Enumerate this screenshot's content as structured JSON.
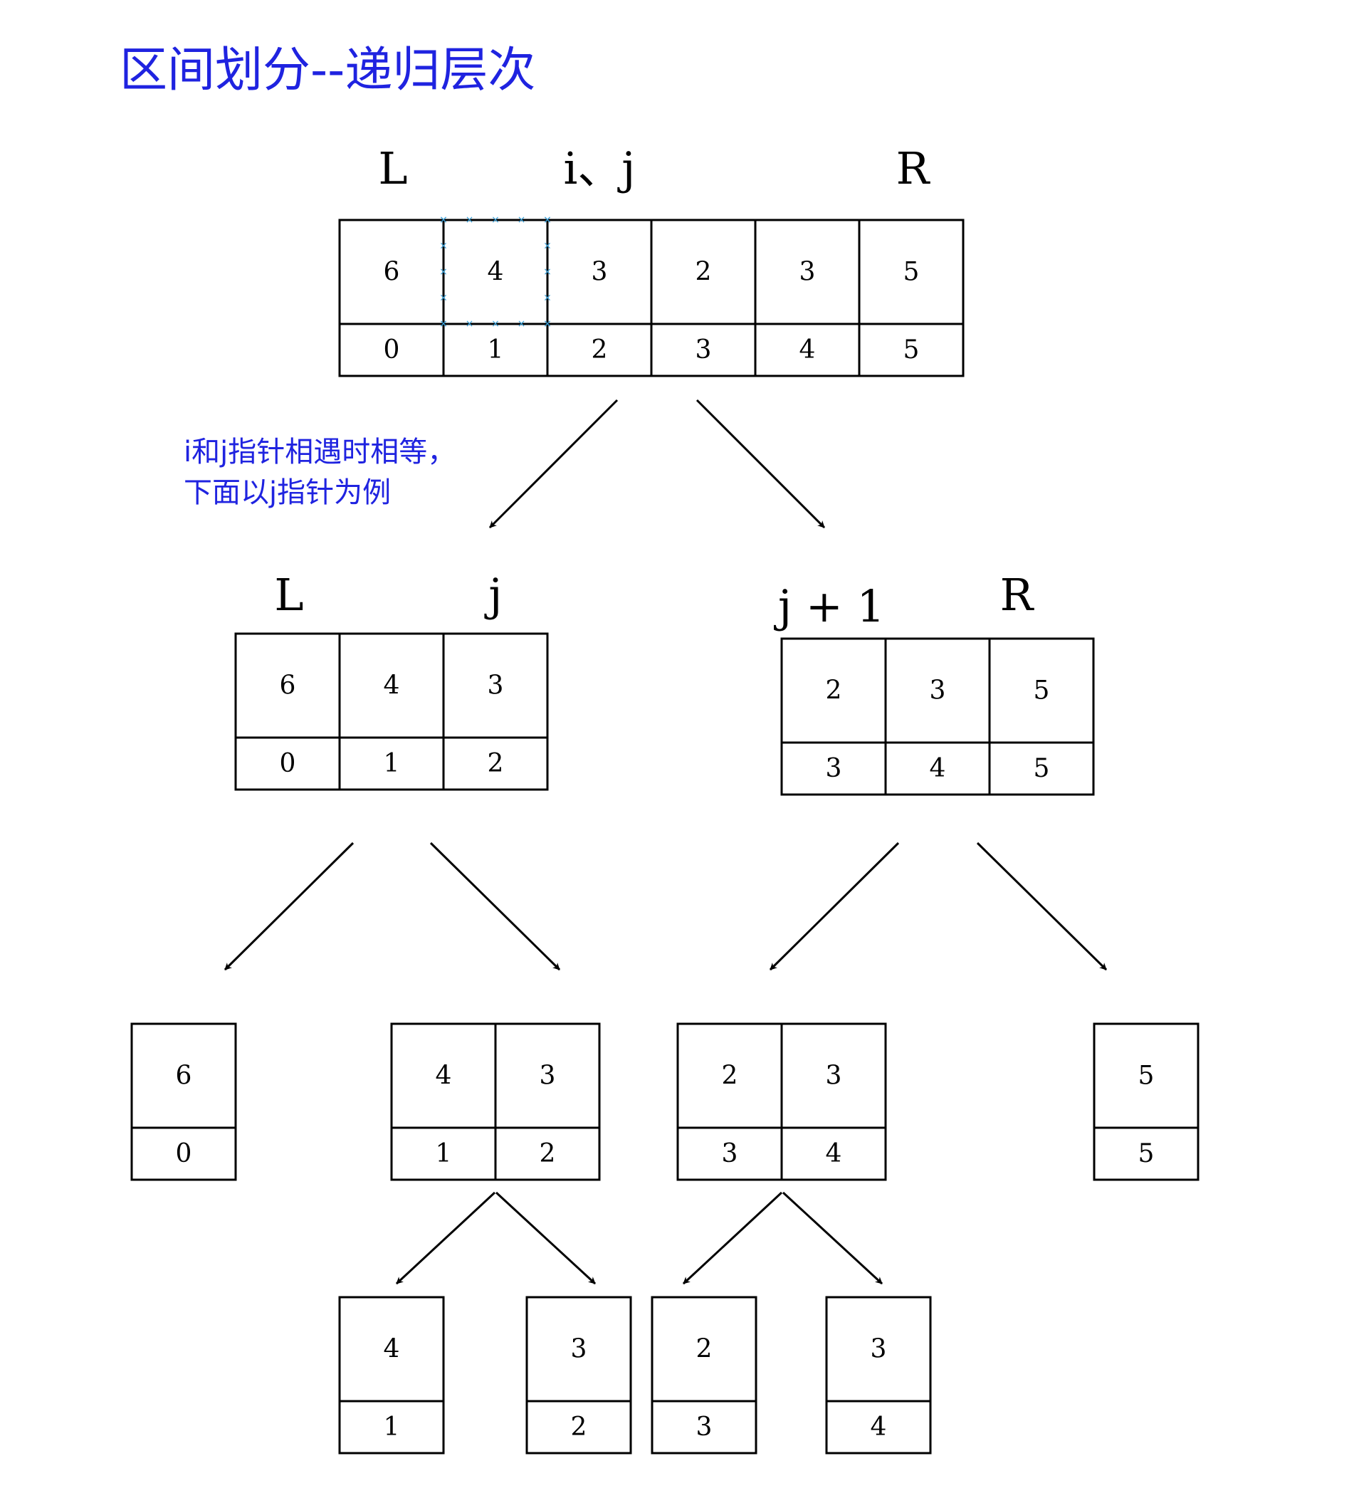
{
  "title": "区间划分--递归层次",
  "note": {
    "line1": "i和j指针相遇时相等，",
    "line2": "下面以j指针为例"
  },
  "colors": {
    "text_blue": "#1f23e0",
    "stroke": "#000000",
    "highlight": "#3aa0d8"
  },
  "root": {
    "labels": {
      "left": "L",
      "pointer": "i、j",
      "right": "R"
    },
    "values": [
      "6",
      "4",
      "3",
      "2",
      "3",
      "5"
    ],
    "indices": [
      "0",
      "1",
      "2",
      "3",
      "4",
      "5"
    ],
    "highlighted_index": 1
  },
  "level1": {
    "left": {
      "labels": {
        "left": "L",
        "right": "j"
      },
      "values": [
        "6",
        "4",
        "3"
      ],
      "indices": [
        "0",
        "1",
        "2"
      ]
    },
    "right": {
      "labels": {
        "left": "j + 1",
        "right": "R"
      },
      "values": [
        "2",
        "3",
        "5"
      ],
      "indices": [
        "3",
        "4",
        "5"
      ]
    }
  },
  "level2": [
    {
      "values": [
        "6"
      ],
      "indices": [
        "0"
      ]
    },
    {
      "values": [
        "4",
        "3"
      ],
      "indices": [
        "1",
        "2"
      ]
    },
    {
      "values": [
        "2",
        "3"
      ],
      "indices": [
        "3",
        "4"
      ]
    },
    {
      "values": [
        "5"
      ],
      "indices": [
        "5"
      ]
    }
  ],
  "level3": [
    {
      "values": [
        "4"
      ],
      "indices": [
        "1"
      ]
    },
    {
      "values": [
        "3"
      ],
      "indices": [
        "2"
      ]
    },
    {
      "values": [
        "2"
      ],
      "indices": [
        "3"
      ]
    },
    {
      "values": [
        "3"
      ],
      "indices": [
        "4"
      ]
    }
  ]
}
